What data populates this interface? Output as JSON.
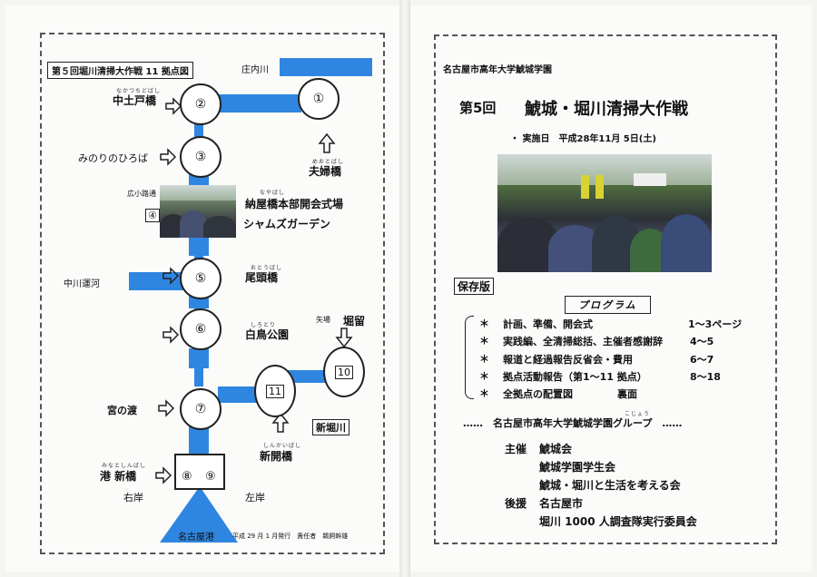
{
  "left_page": {
    "map_title": "第５回堀川清掃大作戦 11 拠点図",
    "shonaigawa": "庄内川",
    "nakagawa_canal": "中川運河",
    "hirokoji": "広小路通",
    "yaba": "矢場",
    "horidome": "堀留",
    "shinhorikawa": "新堀川",
    "right_bank": "右岸",
    "left_bank": "左岸",
    "nagoya_port": "名古屋港",
    "footer": "平成 29 月 1 月発行　責任者　鵜飼幹雄",
    "points": [
      {
        "num": "①",
        "label": "夫婦橋",
        "ruby": "めおとばし"
      },
      {
        "num": "②",
        "label": "中土戸橋",
        "ruby": "なかつちどばし"
      },
      {
        "num": "③",
        "label": "みのりのひろば",
        "ruby": ""
      },
      {
        "num": "④",
        "label": "納屋橋本部開会式場",
        "ruby": "なやばし",
        "sub": "シャムズガーデン"
      },
      {
        "num": "⑤",
        "label": "尾頭橋",
        "ruby": "おとうばし"
      },
      {
        "num": "⑥",
        "label": "白鳥公園",
        "ruby": "しろとり"
      },
      {
        "num": "⑦",
        "label": "宮の渡",
        "ruby": ""
      },
      {
        "num": "⑧",
        "label": "港 新橋",
        "ruby": "みなとしんばし"
      },
      {
        "num": "⑨",
        "label": "",
        "ruby": ""
      },
      {
        "num": "10",
        "label": "",
        "ruby": ""
      },
      {
        "num": "11",
        "label": "新開橋",
        "ruby": "しんかいばし"
      }
    ]
  },
  "right_page": {
    "org_header": "名古屋市高年大学鯱城学園",
    "event_no": "第5回",
    "event_title": "鯱城・堀川清掃大作戦",
    "date_line": "・ 実施日　平成28年11月 5日(土)",
    "hozon": "保存版",
    "program_title": "プログラム",
    "program": [
      {
        "item": "計画、準備、開会式",
        "pages": "1〜3ページ"
      },
      {
        "item": "実践編、全清掃総括、主催者感謝辞",
        "pages": "4〜5"
      },
      {
        "item": "報道と経過報告反省会・費用",
        "pages": "6〜7"
      },
      {
        "item": "拠点活動報告（第1〜11 拠点）",
        "pages": "8〜18"
      },
      {
        "item": "全拠点の配置図",
        "pages": "裏面"
      }
    ],
    "bullet": "＊",
    "group_line": "‥‥‥　名古屋市高年大学鯱城学園グループ　‥‥‥",
    "group_ruby": "こじょう",
    "sponsor_label": "主催",
    "sponsors": [
      "鯱城会",
      "鯱城学園学生会",
      "鯱城・堀川と生活を考える会"
    ],
    "support_label": "後援",
    "supporters": [
      "名古屋市",
      "堀川 1000 人調査隊実行委員会"
    ]
  },
  "colors": {
    "river": "#2f86e0",
    "ink": "#111111",
    "paper": "#fbfbfa"
  }
}
